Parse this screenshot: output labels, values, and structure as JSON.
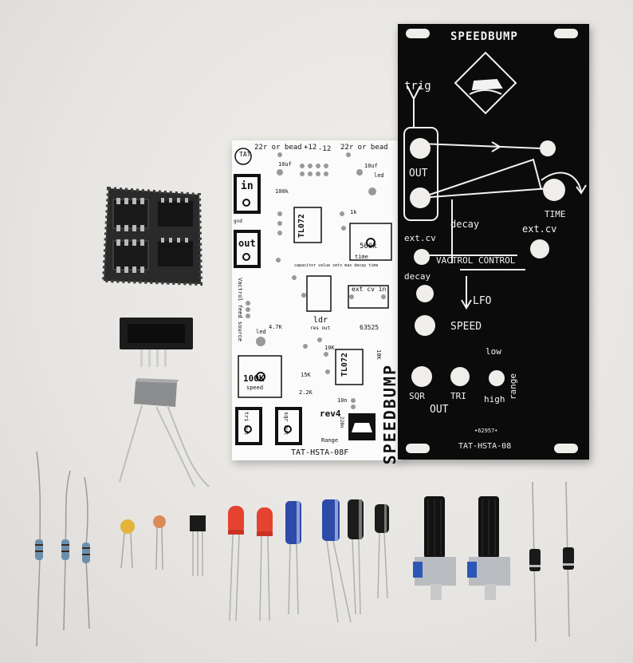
{
  "panel": {
    "title": "SPEEDBUMP",
    "trig": "trig",
    "out": "OUT",
    "decay": "decay",
    "time": "TIME",
    "ext_cv_left": "ext.cv",
    "ext_cv_right": "ext.cv",
    "vactrol_control": "VACTROL CONTROL",
    "decay2": "decay",
    "lfo": "LFO",
    "speed": "SPEED",
    "low": "low",
    "range": "range",
    "high": "high",
    "sqr": "SQR",
    "tri": "TRI",
    "out2": "OUT",
    "serial": "•62957•",
    "part": "TAT-HSTA-08"
  },
  "pcb": {
    "logo": "TAT",
    "in": "in",
    "out": "out",
    "gnd": "gnd",
    "top1": "22r or bead",
    "plus12": "+12",
    "minus12": "-12",
    "top2": "22r or bead",
    "tl072_a": "TL072",
    "tl072_b": "TL072",
    "pot500k": "500k",
    "time": "time",
    "speed_pot": "100K",
    "speed": "speed",
    "ext_cv_in": "ext cv in",
    "ldr": "ldr",
    "res_out": "res out",
    "serial": "63525",
    "rev": "rev4",
    "brand": "SPEEDBUMP",
    "part": "TAT-HSTA-08F",
    "range": "Range",
    "vactrol_feed": "Vactrol feed source",
    "cap_note": "capacitor value sets max decay time",
    "tri_out": "tri out",
    "sqr_out": "sqr out",
    "r100k": "100k",
    "r1k": "1k",
    "r10uf": "10uf",
    "led": "led",
    "r4k7": "4.7K",
    "r15k": "15K",
    "r2k2": "2.2K",
    "c10n": "10n",
    "c220n": "220n",
    "r10k": "10K"
  }
}
